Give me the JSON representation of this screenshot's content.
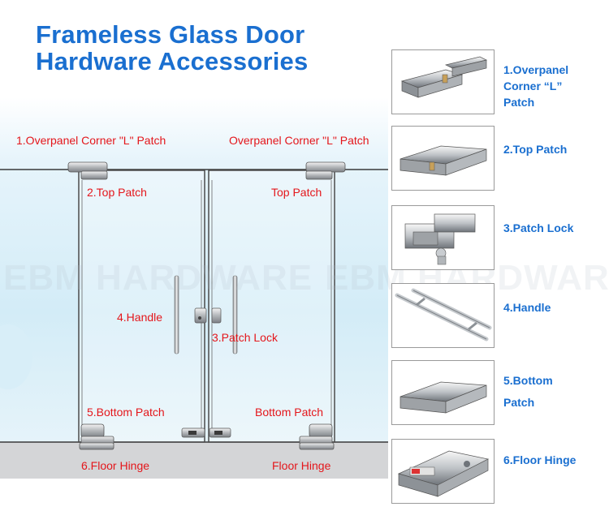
{
  "title": {
    "line1": "Frameless Glass Door",
    "line2": "Hardware Accessories"
  },
  "watermark": {
    "left": "EBM HARDWARE",
    "right": "EBM HARDWARE"
  },
  "door_labels": {
    "overpanel_left": "1.Overpanel Corner \"L\" Patch",
    "overpanel_right": "Overpanel Corner \"L\" Patch",
    "top_patch_left": "2.Top Patch",
    "top_patch_right": "Top Patch",
    "handle": "4.Handle",
    "patch_lock": "3.Patch Lock",
    "bottom_patch_left": "5.Bottom Patch",
    "bottom_patch_right": "Bottom Patch",
    "floor_hinge_left": "6.Floor Hinge",
    "floor_hinge_right": "Floor Hinge"
  },
  "parts": [
    {
      "icon": "overpanel-corner-l-patch-icon",
      "lines": [
        "1.Overpanel",
        "Corner “L”",
        "Patch"
      ]
    },
    {
      "icon": "top-patch-icon",
      "lines": [
        "2.Top Patch"
      ]
    },
    {
      "icon": "patch-lock-icon",
      "lines": [
        "3.Patch Lock"
      ]
    },
    {
      "icon": "handle-icon",
      "lines": [
        "4.Handle"
      ]
    },
    {
      "icon": "bottom-patch-icon",
      "lines": [
        "5.Bottom",
        "Patch"
      ]
    },
    {
      "icon": "floor-hinge-icon",
      "lines": [
        "6.Floor Hinge"
      ]
    }
  ],
  "colors": {
    "title": "#1a6fd0",
    "label_red": "#e4161b",
    "caption_blue": "#1a6fd0",
    "sky_light": "#eaf5fb",
    "sky_blue": "#cfe9f6",
    "floor": "#d4d5d7"
  }
}
